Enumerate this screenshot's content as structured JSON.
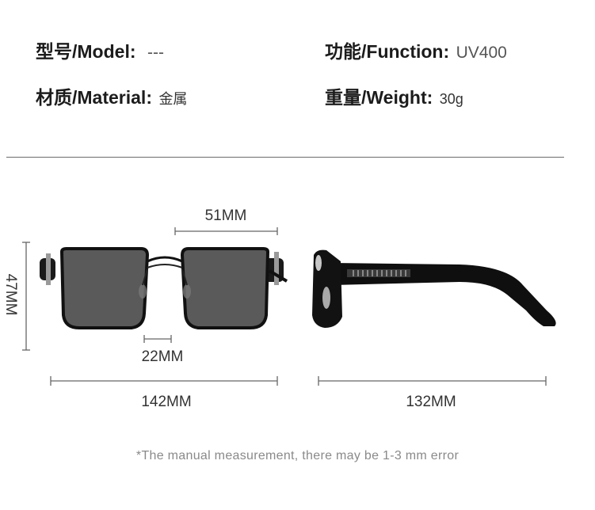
{
  "specs": {
    "model": {
      "label": "型号/Model:",
      "value": "---"
    },
    "function": {
      "label": "功能/Function:",
      "value": "UV400"
    },
    "material": {
      "label": "材质/Material:",
      "value": "金属"
    },
    "weight": {
      "label": "重量/Weight:",
      "value": "30g"
    }
  },
  "dimensions": {
    "lens_width": "51MM",
    "lens_height": "47MM",
    "bridge": "22MM",
    "frame_width": "142MM",
    "temple_length": "132MM"
  },
  "note": "*The manual measurement, there may be 1-3 mm error",
  "colors": {
    "lens": "#5a5a5a",
    "frame": "#111111",
    "line": "#666666"
  }
}
